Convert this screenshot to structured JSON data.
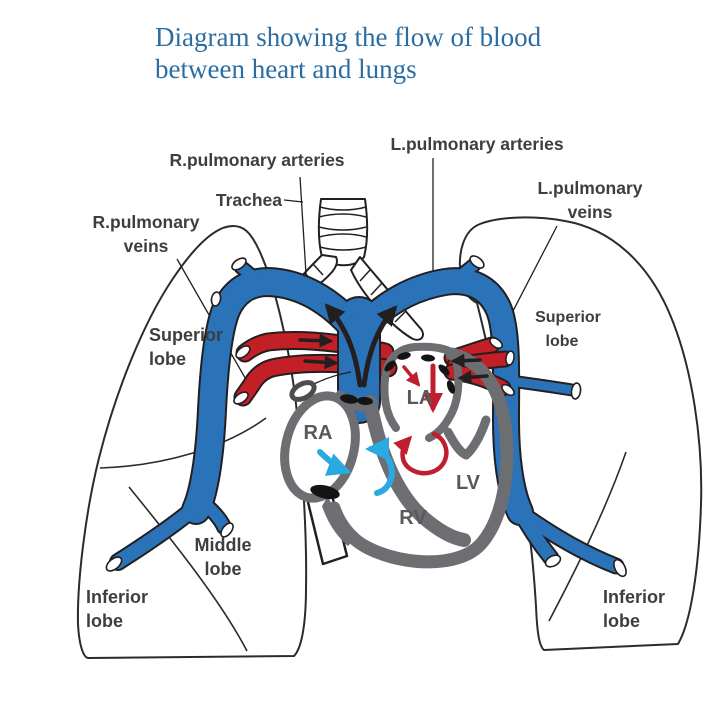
{
  "title": {
    "line1": "Diagram showing the flow of  blood",
    "line2": "between heart and lungs"
  },
  "labels": {
    "r_pulmonary_arteries": "R.pulmonary arteries",
    "trachea": "Trachea",
    "r_pulmonary_veins": {
      "lines": [
        "R.pulmonary",
        "veins"
      ]
    },
    "l_pulmonary_arteries": "L.pulmonary arteries",
    "l_pulmonary_veins": {
      "lines": [
        "L.pulmonary",
        "veins"
      ]
    },
    "superior_lobe_left": {
      "lines": [
        "Superior",
        "lobe"
      ]
    },
    "superior_lobe_right": {
      "lines": [
        "Superior",
        "lobe"
      ]
    },
    "middle_lobe": {
      "lines": [
        "Middle",
        "lobe"
      ]
    },
    "inferior_lobe_left": {
      "lines": [
        "Inferior",
        "lobe"
      ]
    },
    "inferior_lobe_right": {
      "lines": [
        "Inferior",
        "lobe"
      ]
    }
  },
  "chambers": {
    "ra": "RA",
    "la": "LA",
    "rv": "RV",
    "lv": "LV"
  },
  "colors": {
    "title_blue": "#2c6da1",
    "artery_blue": "#2a73b8",
    "vein_red": "#c22026",
    "flow_cyan": "#29abe2",
    "flow_dark_red": "#be1e2d",
    "heart_wall_gray": "#6d6e71",
    "label_gray": "#3e3e40",
    "chamber_gray": "#58595b",
    "line_black": "#231f20"
  }
}
